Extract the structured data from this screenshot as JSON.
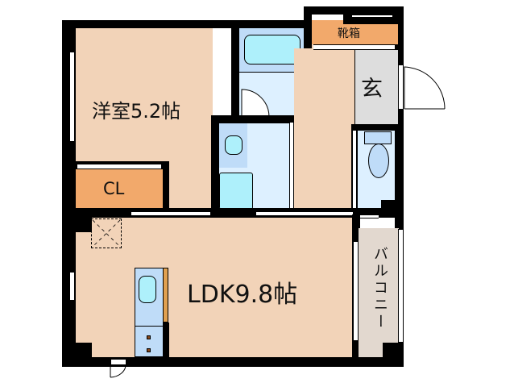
{
  "floorplan": {
    "rooms": {
      "western_room": {
        "label": "洋室5.2帖",
        "type": "bedroom",
        "size_jo": 5.2
      },
      "closet": {
        "label": "CL",
        "type": "closet"
      },
      "ldk": {
        "label": "LDK9.8帖",
        "type": "living-dining-kitchen",
        "size_jo": 9.8
      },
      "entrance": {
        "label": "玄",
        "type": "genkan"
      },
      "shoe_box": {
        "label": "靴箱",
        "type": "storage"
      },
      "balcony": {
        "label": "バルコニー",
        "type": "balcony"
      },
      "bathroom": {
        "label": "",
        "type": "bath"
      },
      "washroom": {
        "label": "",
        "type": "washroom"
      },
      "toilet": {
        "label": "",
        "type": "toilet"
      }
    },
    "colors": {
      "wall": "#000000",
      "floor": "#f2d3b8",
      "closet": "#f2a96b",
      "entrance": "#dddddd",
      "wet_area": "#ddf0ff",
      "fixture": "#aef0fb",
      "balcony": "#e2d8cf"
    }
  }
}
